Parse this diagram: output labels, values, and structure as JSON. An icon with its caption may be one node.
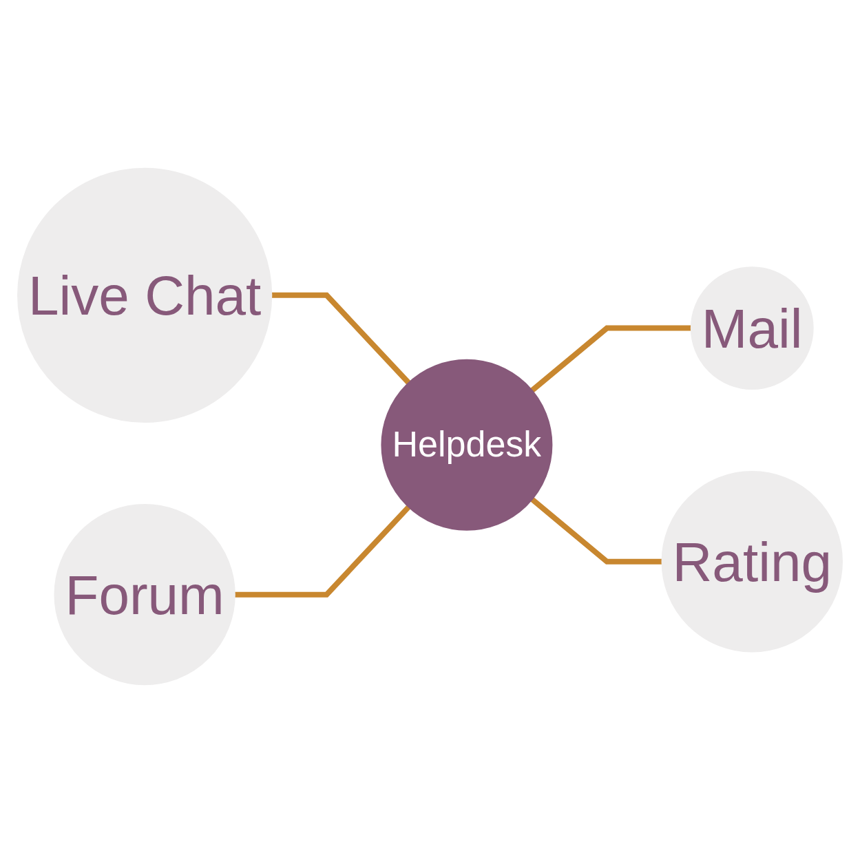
{
  "diagram": {
    "nodes": [
      {
        "text": [
          "Live Chat"
        ]
      },
      {
        "text": [
          "Forum"
        ]
      },
      {
        "text": [
          "Helpdesk"
        ]
      },
      {
        "text": [
          "Mail"
        ]
      },
      {
        "text": [
          "Rating"
        ]
      }
    ],
    "edges": [
      {
        "from": 0,
        "to": 2,
        "arrow": "none"
      },
      {
        "from": 1,
        "to": 2,
        "arrow": "none"
      },
      {
        "from": 2,
        "to": 3,
        "arrow": "none"
      },
      {
        "from": 2,
        "to": 4,
        "arrow": "none"
      }
    ]
  }
}
